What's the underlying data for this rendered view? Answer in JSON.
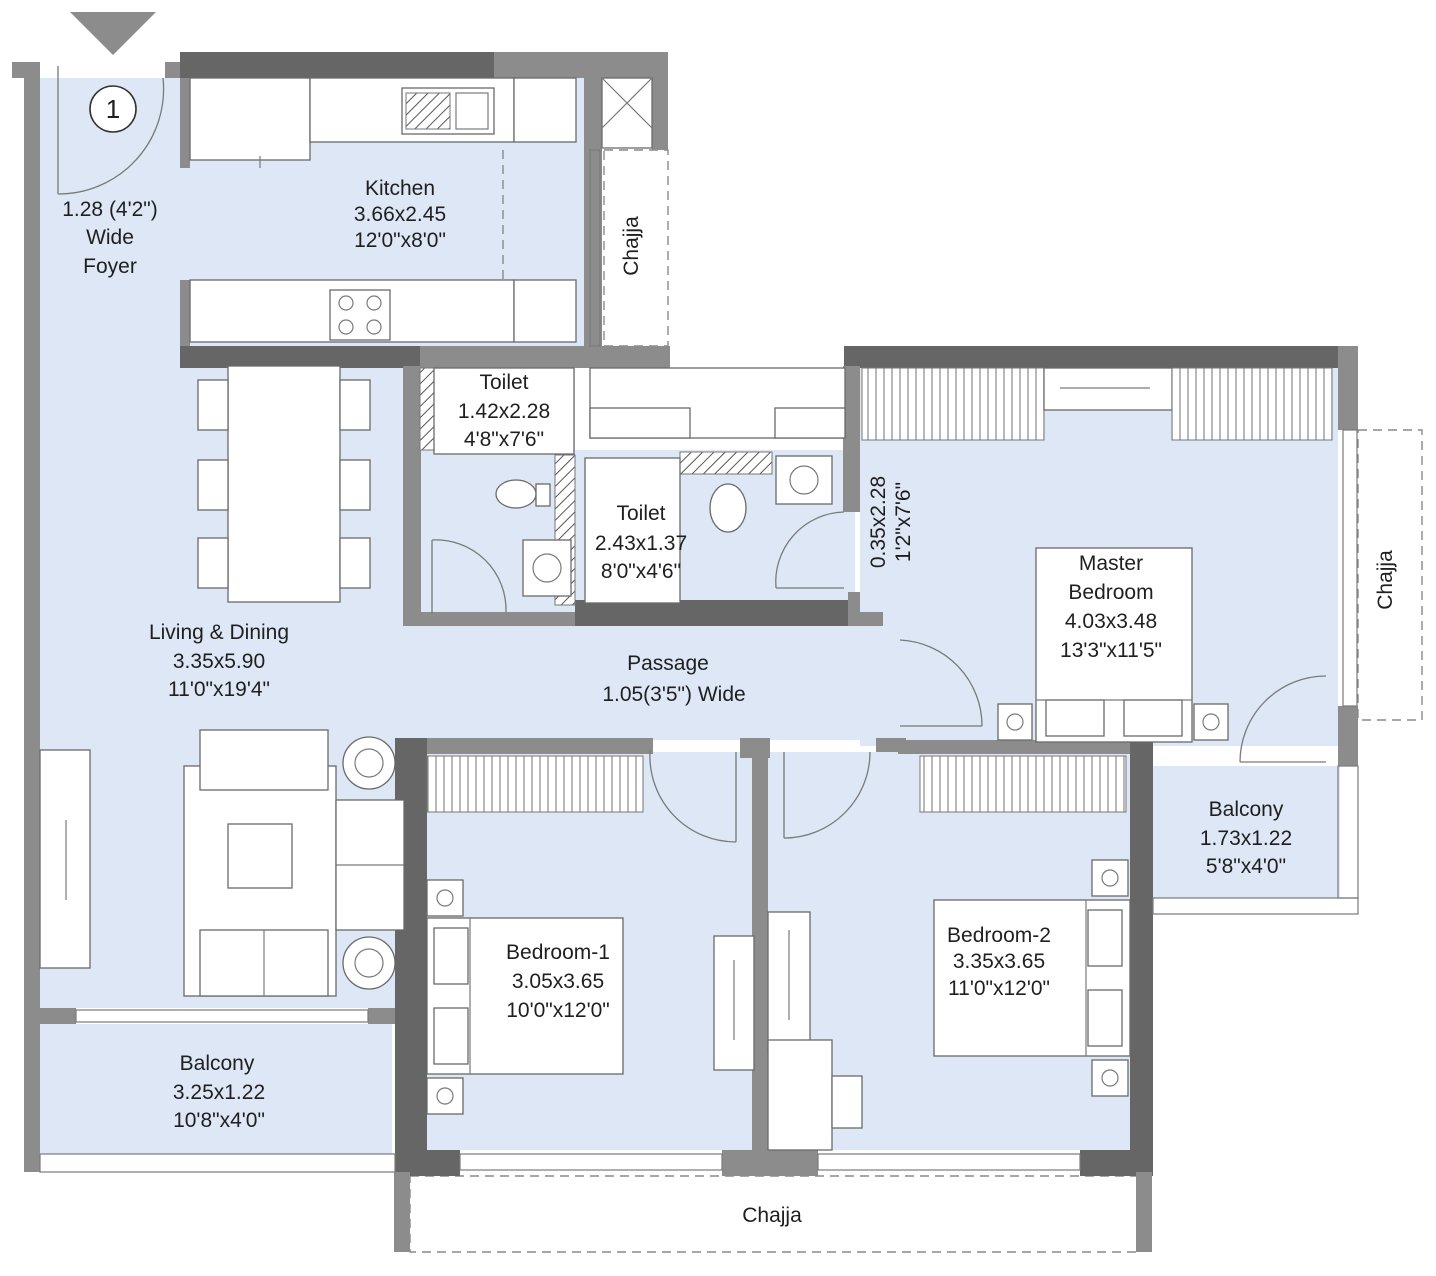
{
  "unit_number": "1",
  "rooms": {
    "foyer": {
      "line1": "1.28 (4'2\")",
      "line2": "Wide",
      "line3": "Foyer"
    },
    "kitchen": {
      "name": "Kitchen",
      "size_m": "3.66x2.45",
      "size_ft": "12'0\"x8'0\""
    },
    "living": {
      "name": "Living & Dining",
      "size_m": "3.35x5.90",
      "size_ft": "11'0\"x19'4\""
    },
    "toilet1": {
      "name": "Toilet",
      "size_m": "1.42x2.28",
      "size_ft": "4'8\"x7'6\""
    },
    "toilet2": {
      "name": "Toilet",
      "size_m": "2.43x1.37",
      "size_ft": "8'0\"x4'6\""
    },
    "duct": {
      "size_m": "0.35x2.28",
      "size_ft": "1'2\"x7'6\""
    },
    "master": {
      "line1": "Master",
      "line2": "Bedroom",
      "size_m": "4.03x3.48",
      "size_ft": "13'3\"x11'5\""
    },
    "passage": {
      "name": "Passage",
      "width": "1.05(3'5\") Wide"
    },
    "bedroom1": {
      "name": "Bedroom-1",
      "size_m": "3.05x3.65",
      "size_ft": "10'0\"x12'0\""
    },
    "bedroom2": {
      "name": "Bedroom-2",
      "size_m": "3.35x3.65",
      "size_ft": "11'0\"x12'0\""
    },
    "balcony_master": {
      "name": "Balcony",
      "size_m": "1.73x1.22",
      "size_ft": "5'8\"x4'0\""
    },
    "balcony_living": {
      "name": "Balcony",
      "size_m": "3.25x1.22",
      "size_ft": "10'8\"x4'0\""
    }
  },
  "chajja": {
    "kitchen": "Chajja",
    "master": "Chajja",
    "bottom": "Chajja"
  },
  "colors": {
    "room_fill": "#dde7f6",
    "wall": "#8c8c8c",
    "wall_dark": "#666666"
  }
}
